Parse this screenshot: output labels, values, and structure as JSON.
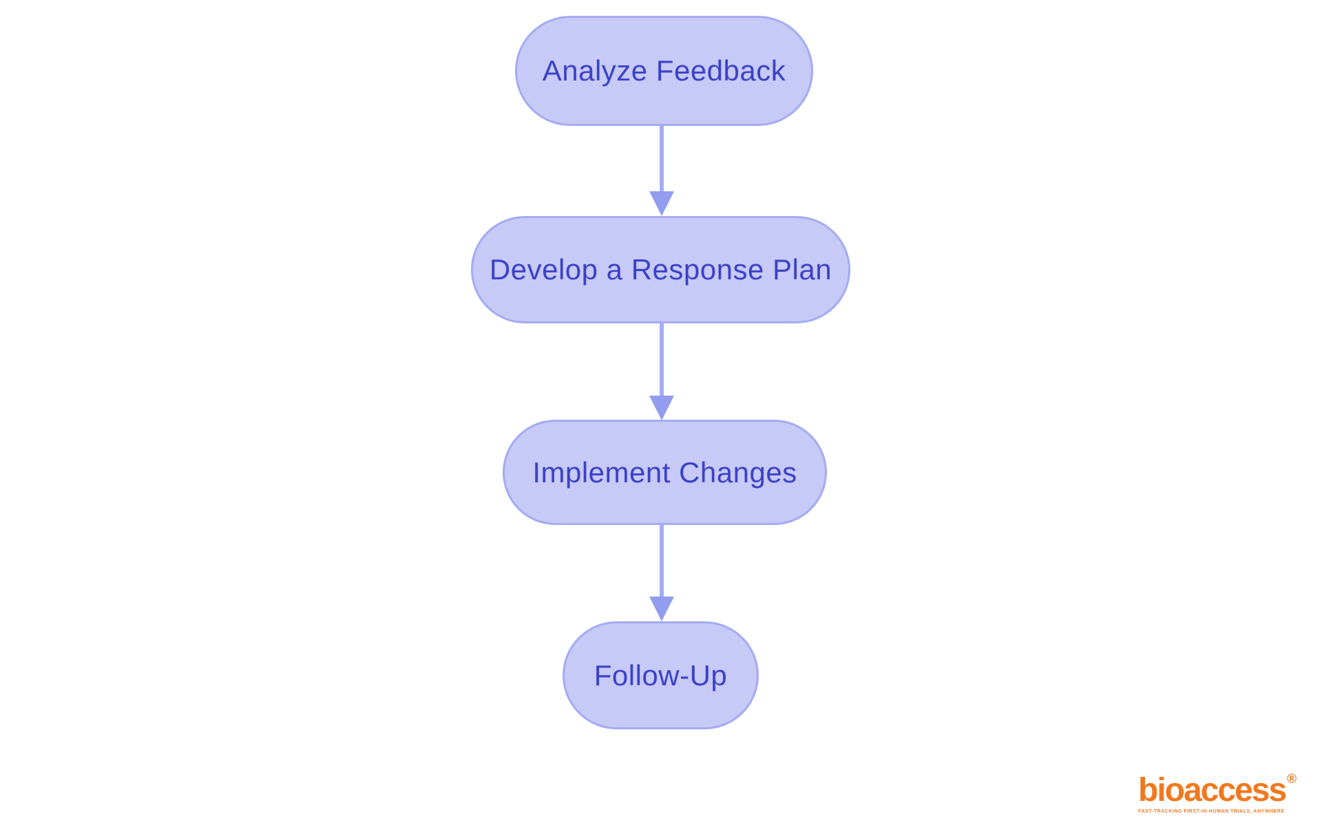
{
  "diagram": {
    "type": "flowchart",
    "direction": "top-down",
    "nodes": [
      {
        "id": "step-1",
        "label": "Analyze Feedback"
      },
      {
        "id": "step-2",
        "label": "Develop a Response Plan"
      },
      {
        "id": "step-3",
        "label": "Implement Changes"
      },
      {
        "id": "step-4",
        "label": "Follow-Up"
      }
    ],
    "edges": [
      {
        "from": "Analyze Feedback",
        "to": "Develop a Response Plan"
      },
      {
        "from": "Develop a Response Plan",
        "to": "Implement Changes"
      },
      {
        "from": "Implement Changes",
        "to": "Follow-Up"
      }
    ],
    "colors": {
      "node_fill": "#c7c9f6",
      "node_border": "#a3abf2",
      "node_text": "#3b42c6",
      "arrow_stem": "#a6acf4",
      "arrow_head": "#929df0",
      "background": "#ffffff"
    }
  },
  "branding": {
    "wordmark": "bioaccess",
    "registered_symbol": "®",
    "tagline": "FAST-TRACKING FIRST-IN-HUMAN TRIALS, ANYWHERE",
    "brand_color": "#f0791f"
  }
}
